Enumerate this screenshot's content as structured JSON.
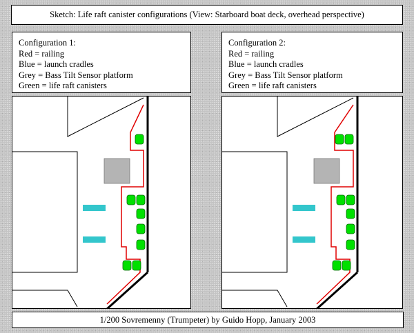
{
  "title": "Sketch: Life raft canister configurations (View: Starboard boat deck, overhead perspective)",
  "configs": [
    {
      "heading": "Configuration 1:",
      "legend": [
        "Red = railing",
        "Blue = launch cradles",
        "Grey = Bass Tilt Sensor platform",
        "Green = life raft canisters"
      ]
    },
    {
      "heading": "Configuration 2:",
      "legend": [
        "Red = railing",
        "Blue = launch cradles",
        "Grey = Bass Tilt Sensor platform",
        "Green = life raft canisters"
      ]
    }
  ],
  "footer": "1/200 Sovremenny (Trumpeter) by Guido Hopp, January 2003",
  "colors": {
    "railing": "#e00000",
    "launch_cradle": "#33c6cc",
    "sensor_platform": "#b4b4b4",
    "canister": "#00e000",
    "canister_outline": "#006600",
    "hull": "#000000"
  }
}
